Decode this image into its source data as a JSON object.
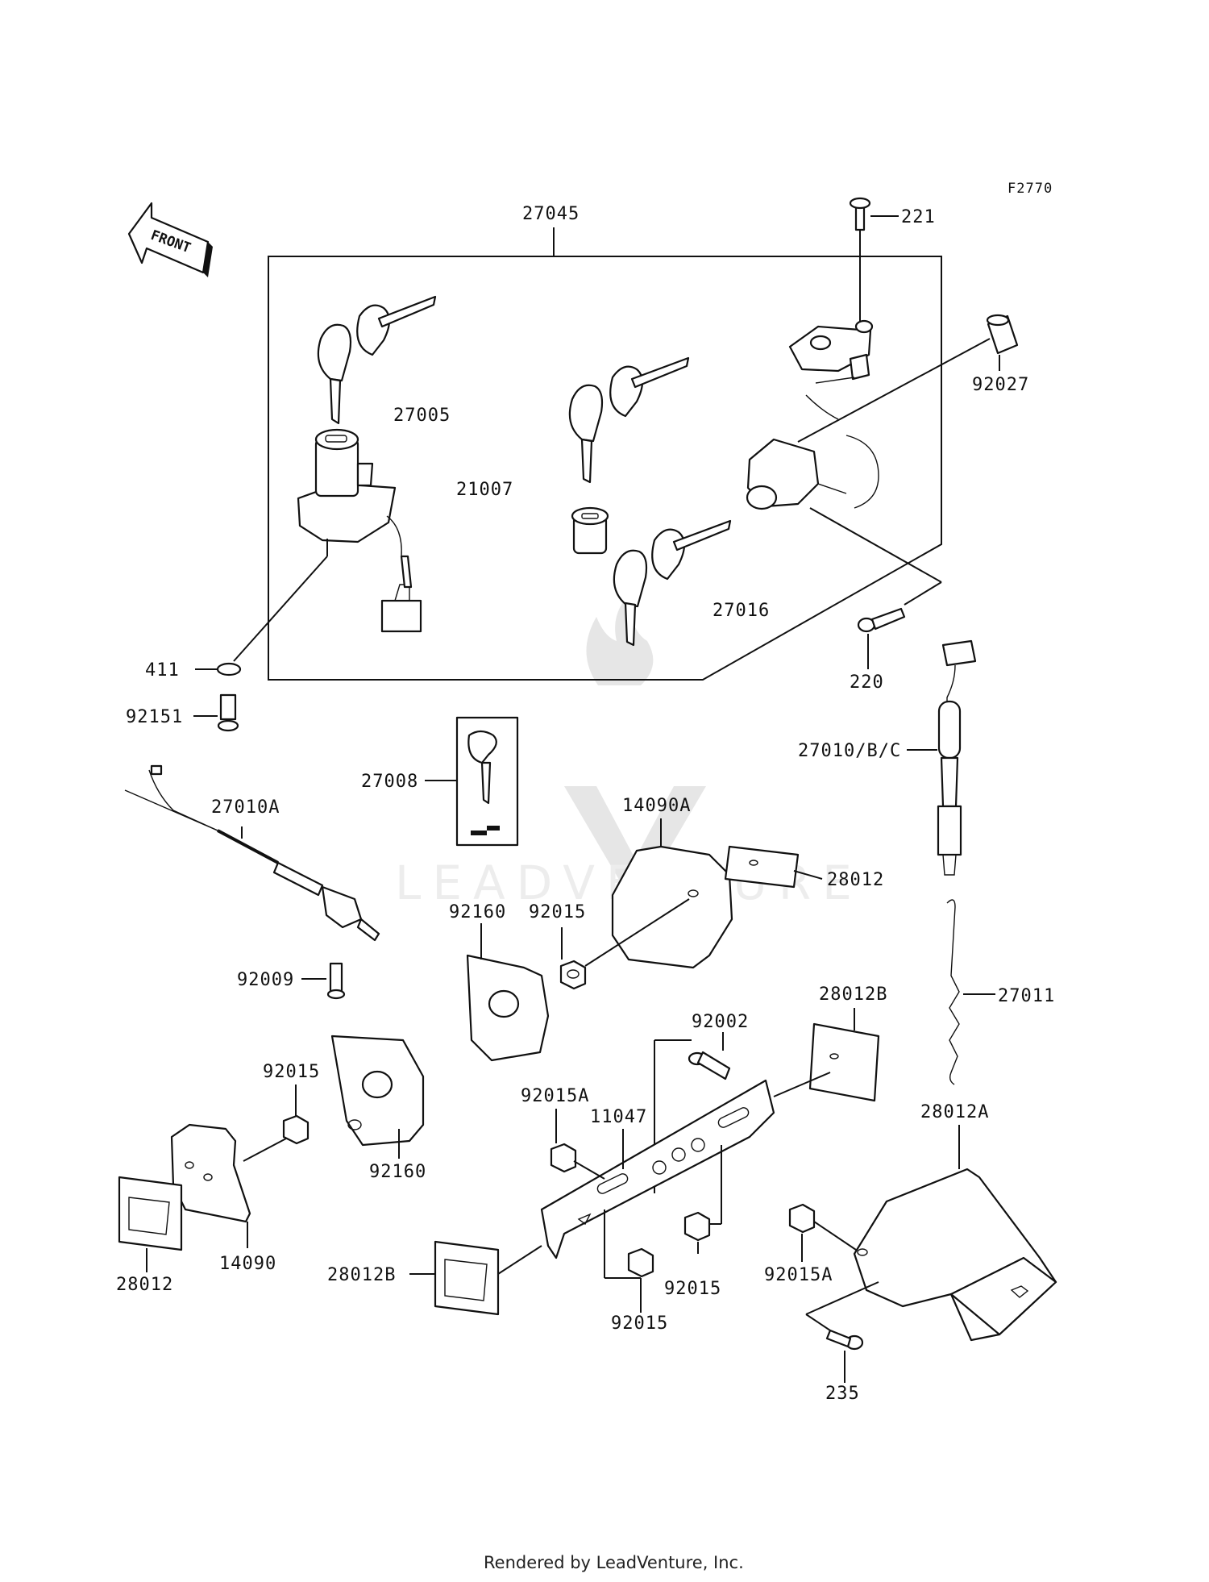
{
  "diagram_code": "F2770",
  "front_label": "FRONT",
  "footer": "Rendered by LeadVenture, Inc.",
  "watermark": "LEADVENTURE",
  "parts": [
    {
      "id": "p27045",
      "label": "27045"
    },
    {
      "id": "p221",
      "label": "221"
    },
    {
      "id": "p92027",
      "label": "92027"
    },
    {
      "id": "p27005",
      "label": "27005"
    },
    {
      "id": "p21007",
      "label": "21007"
    },
    {
      "id": "p27016",
      "label": "27016"
    },
    {
      "id": "p220",
      "label": "220"
    },
    {
      "id": "p411",
      "label": "411"
    },
    {
      "id": "p92151",
      "label": "92151"
    },
    {
      "id": "p27010bc",
      "label": "27010/B/C"
    },
    {
      "id": "p27008",
      "label": "27008"
    },
    {
      "id": "p27010a",
      "label": "27010A"
    },
    {
      "id": "p14090a",
      "label": "14090A"
    },
    {
      "id": "p28012_top",
      "label": "28012"
    },
    {
      "id": "p92160_top",
      "label": "92160"
    },
    {
      "id": "p92015_top",
      "label": "92015"
    },
    {
      "id": "p92009",
      "label": "92009"
    },
    {
      "id": "p28012b_top",
      "label": "28012B"
    },
    {
      "id": "p27011",
      "label": "27011"
    },
    {
      "id": "p92002",
      "label": "92002"
    },
    {
      "id": "p92015_left",
      "label": "92015"
    },
    {
      "id": "p92015a_mid",
      "label": "92015A"
    },
    {
      "id": "p11047",
      "label": "11047"
    },
    {
      "id": "p28012a",
      "label": "28012A"
    },
    {
      "id": "p92160_bottom",
      "label": "92160"
    },
    {
      "id": "p28012_bottom",
      "label": "28012"
    },
    {
      "id": "p14090",
      "label": "14090"
    },
    {
      "id": "p28012b_bottom",
      "label": "28012B"
    },
    {
      "id": "p92015_bot1",
      "label": "92015"
    },
    {
      "id": "p92015_bot2",
      "label": "92015"
    },
    {
      "id": "p92015a_right",
      "label": "92015A"
    },
    {
      "id": "p235",
      "label": "235"
    }
  ]
}
